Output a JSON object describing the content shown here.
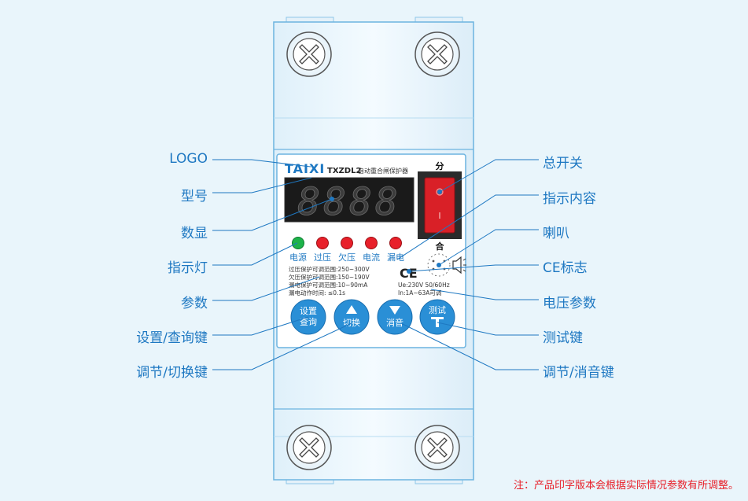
{
  "device": {
    "brand": "TAIXI",
    "model": "TXZDL2",
    "product_name": "自动重合闸保护器",
    "display_digits": "8888",
    "switch_top_label": "分",
    "switch_bottom_label": "合",
    "indicators": [
      {
        "label": "电源",
        "color": "#1db34a"
      },
      {
        "label": "过压",
        "color": "#e8202a"
      },
      {
        "label": "欠压",
        "color": "#e8202a"
      },
      {
        "label": "电流",
        "color": "#e8202a"
      },
      {
        "label": "漏电",
        "color": "#e8202a"
      }
    ],
    "params": [
      "过压保护可调范围:250~300V",
      "欠压保护可调范围:150~190V",
      "漏电保护可调范围:10~90mA",
      "漏电动作时间: ≤0.1s"
    ],
    "ce_mark": "CE",
    "voltage_params": [
      "Ue:230V 50/60Hz",
      "In:1A~63A可调"
    ],
    "buttons": {
      "settings": {
        "line1": "设置",
        "line2": "查询"
      },
      "switch": {
        "label": "切换"
      },
      "mute": {
        "label": "消音"
      },
      "test": {
        "label": "测试"
      }
    }
  },
  "callouts": {
    "left": [
      "LOGO",
      "型号",
      "数显",
      "指示灯",
      "参数",
      "设置/查询键",
      "调节/切换键"
    ],
    "right": [
      "总开关",
      "指示内容",
      "喇叭",
      "CE标志",
      "电压参数",
      "测试键",
      "调节/消音键"
    ]
  },
  "note": "注：产品印字版本会根据实际情况参数有所调整。",
  "colors": {
    "accent": "#1e78c2",
    "panel_border": "#6cb4e0",
    "button_blue": "#2a8fd6",
    "display_bg": "#1a1a1a",
    "switch_red": "#d92027",
    "note_red": "#e8202a"
  }
}
